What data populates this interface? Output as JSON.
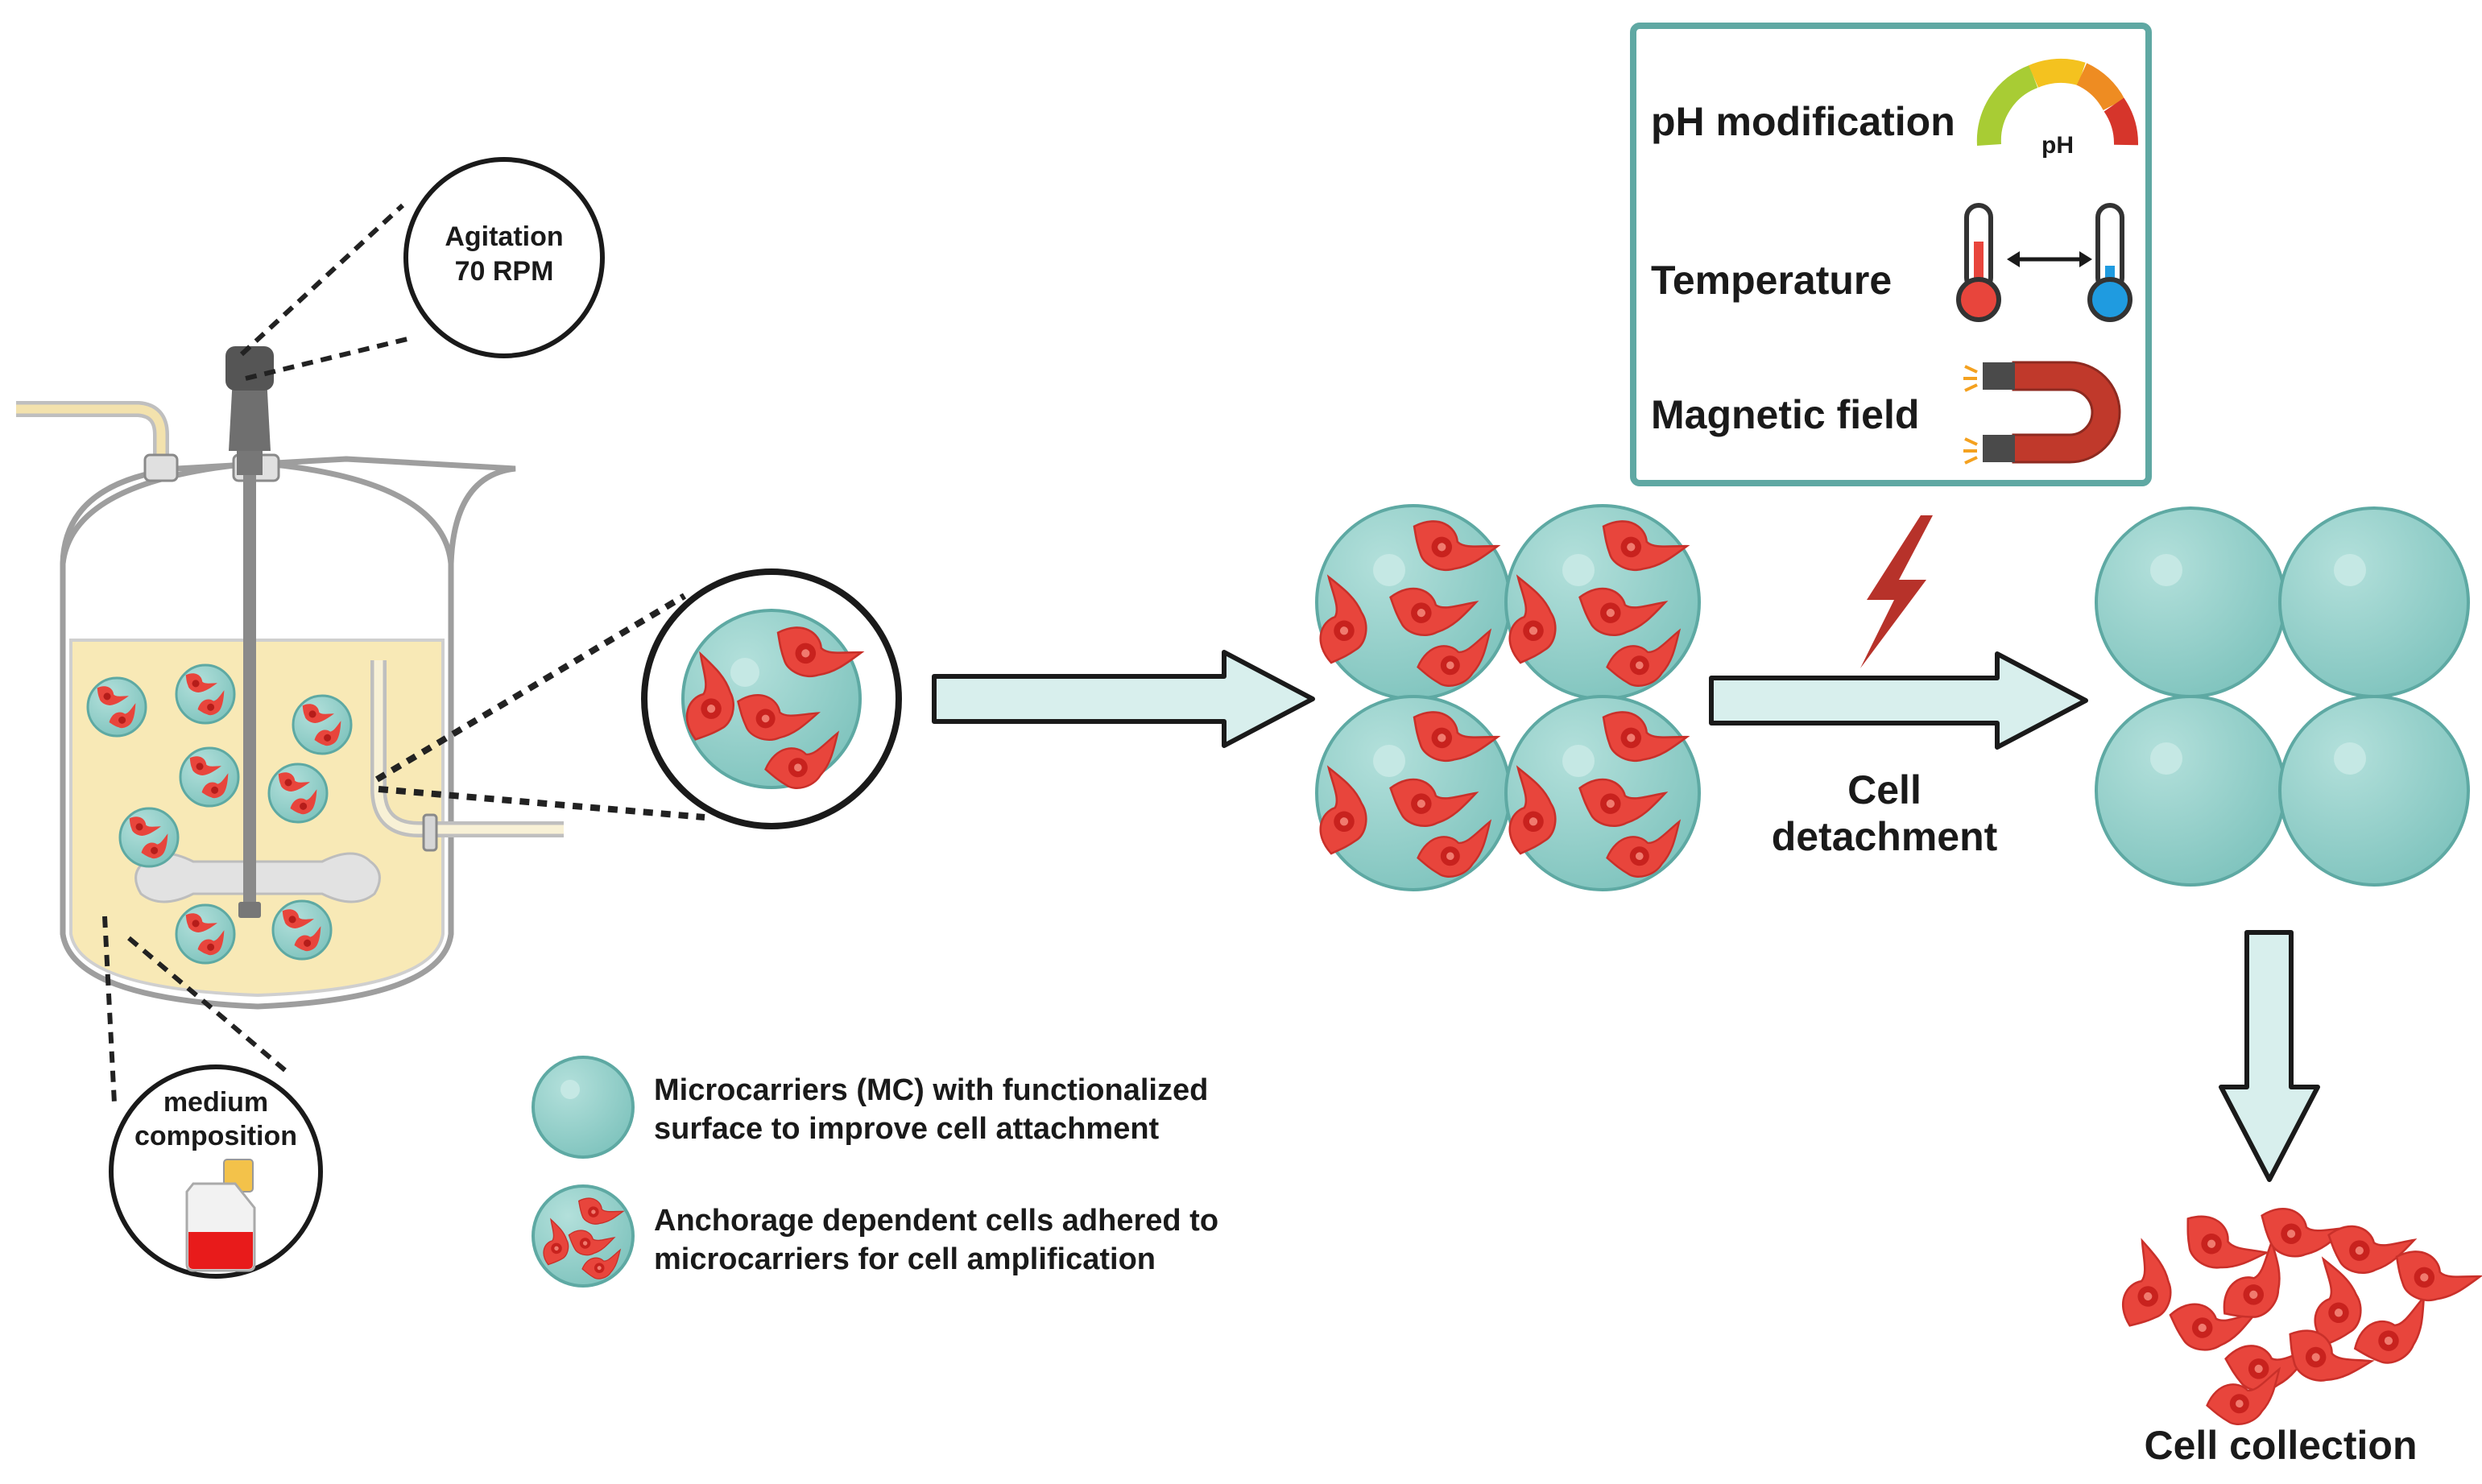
{
  "labels": {
    "agitation_line1": "Agitation",
    "agitation_line2": "70 RPM",
    "medium_line1": "medium",
    "medium_line2": "composition",
    "ph_modification": "pH modification",
    "ph_gauge_text": "pH",
    "temperature": "Temperature",
    "magnetic_field": "Magnetic field",
    "cell_detachment_line1": "Cell",
    "cell_detachment_line2": "detachment",
    "cell_collection": "Cell collection"
  },
  "legend": {
    "microcarrier_line1": "Microcarriers (MC) with functionalized",
    "microcarrier_line2": "surface to improve cell attachment",
    "cells_line1": "Anchorage dependent cells adhered to",
    "cells_line2": "microcarriers for cell amplification"
  },
  "colors": {
    "microcarrier_fill": "#8ecfc9",
    "microcarrier_stroke": "#5ea9a3",
    "cell_red": "#e8453c",
    "cell_nucleus": "#b51d1a",
    "arrow_fill": "#d8efed",
    "panel_border": "#5fa8a3",
    "medium_yellow": "#f8e9b6",
    "tube_yellow": "#f3e2ad",
    "bolt": "#b7322a",
    "magnet": "#c0392b"
  },
  "icons": [
    "bioreactor-icon",
    "impeller-icon",
    "culture-flask-icon",
    "ph-gauge-icon",
    "thermometer-hot-icon",
    "thermometer-cold-icon",
    "magnet-icon",
    "lightning-bolt-icon",
    "double-arrow-icon"
  ]
}
